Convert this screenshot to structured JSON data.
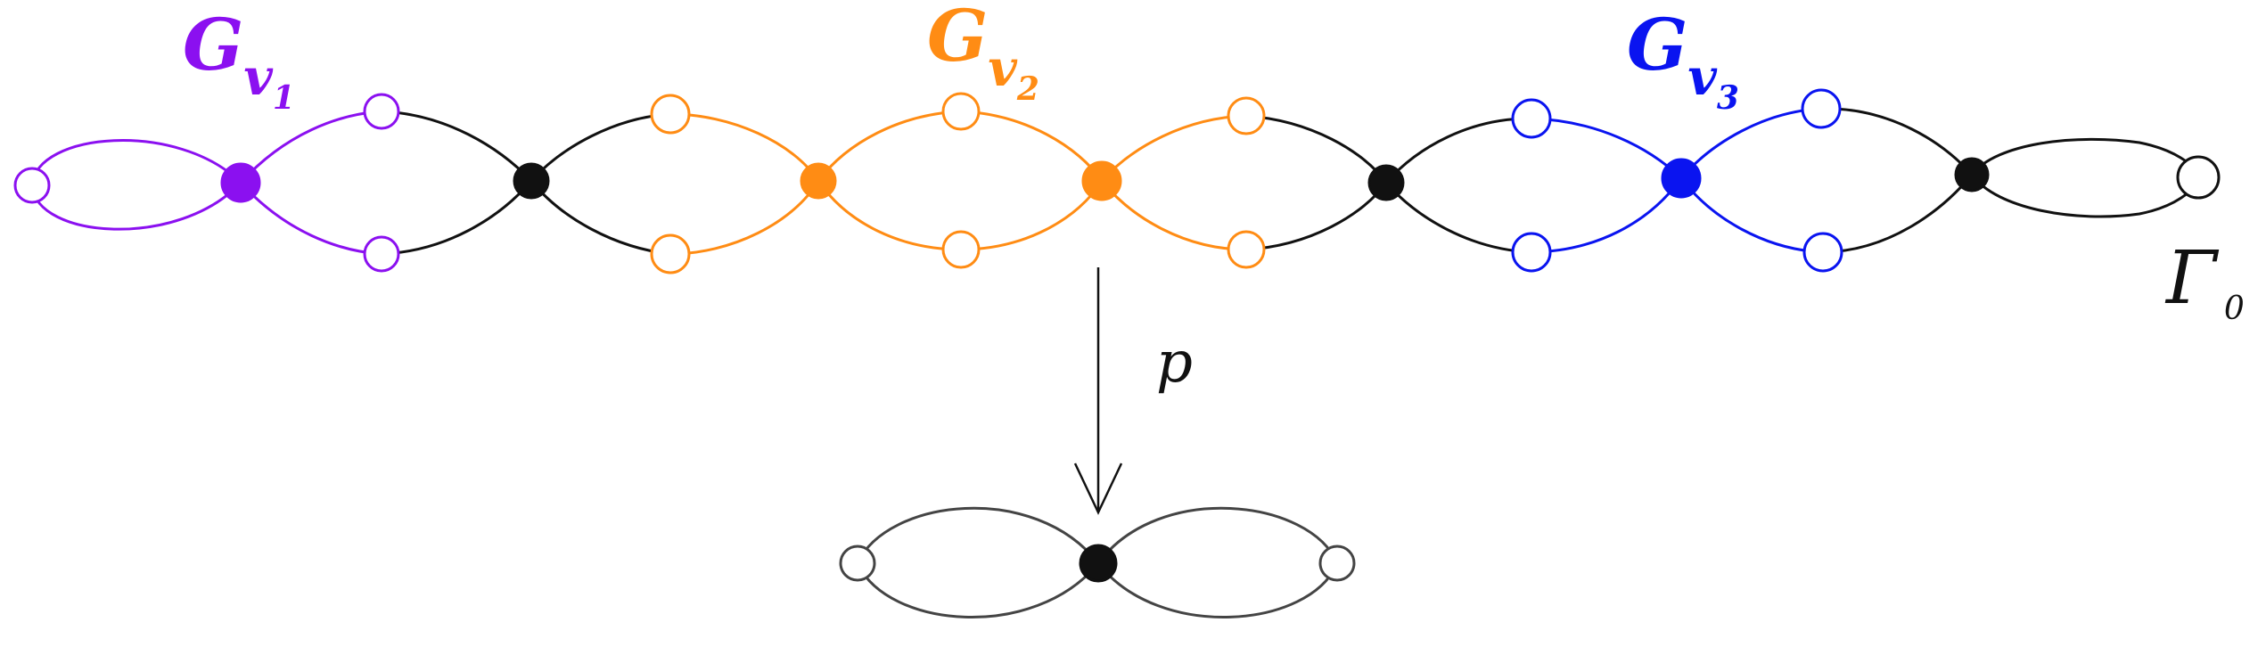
{
  "labels": {
    "g1_main": "G",
    "g1_sub": "v",
    "g1_idx": "1",
    "g2_main": "G",
    "g2_sub": "v",
    "g2_idx": "2",
    "g3_main": "G",
    "g3_sub": "v",
    "g3_idx": "3",
    "gamma_main": "Γ",
    "gamma_idx": "0",
    "map": "p"
  },
  "colors": {
    "purple": "#8B10F0",
    "orange": "#FF8C14",
    "blue": "#0A14F0",
    "black": "#111111",
    "gray": "#444444"
  }
}
